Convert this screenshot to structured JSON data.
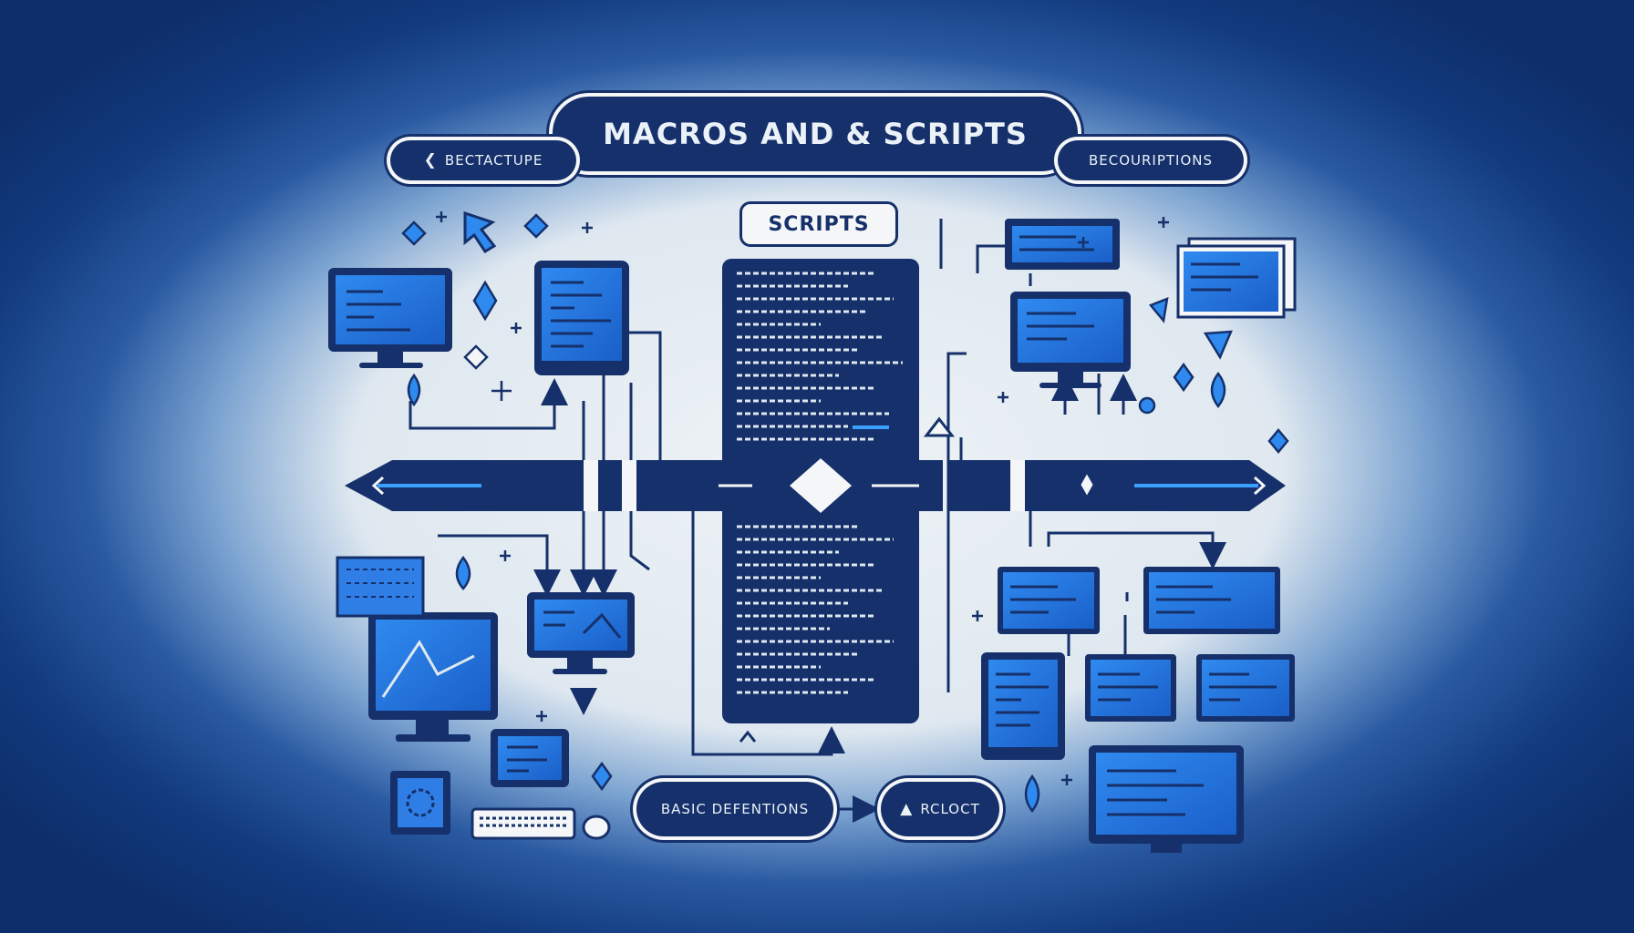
{
  "header": {
    "title": "MACROS AND & SCRIPTS",
    "left_tag": "BECTACTUPE",
    "right_tag": "BECOURIPTIONS"
  },
  "center": {
    "label": "SCRIPTS"
  },
  "footer": {
    "left_pill": "BASIC DEFENTIONS",
    "right_pill": "RCLOCT"
  },
  "colors": {
    "navy": "#15306a",
    "accent_blue": "#2f7ee6",
    "bright_blue": "#3aa0ff",
    "paper": "#f4f6f8"
  },
  "icons": [
    "cursor-arrow-icon",
    "monitor-icon",
    "tablet-icon",
    "keyboard-icon",
    "mouse-icon",
    "droplet-icon",
    "sparkle-icon",
    "diamond-icon",
    "code-window-icon"
  ]
}
